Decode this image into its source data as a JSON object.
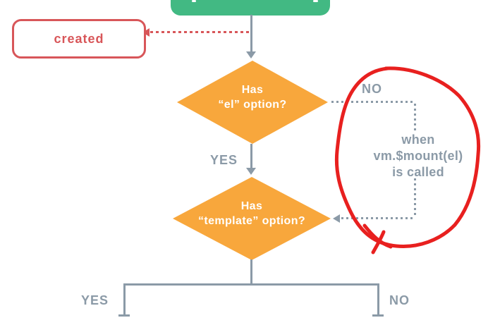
{
  "nodes": {
    "created_box": {
      "label": "created"
    },
    "el_diamond": {
      "line1": "Has",
      "line2": "“el” option?"
    },
    "template_diamond": {
      "line1": "Has",
      "line2": "“template” option?"
    }
  },
  "annotation": {
    "line1": "when",
    "line2": "vm.$mount(el)",
    "line3": "is called"
  },
  "labels": {
    "no_top": "NO",
    "yes_mid": "YES",
    "yes_bottom": "YES",
    "no_bottom": "NO"
  },
  "colors": {
    "green": "#42b983",
    "orange": "#f8a73c",
    "gray": "#8b9aa7",
    "node_red": "#d85659",
    "pen_red": "#e8201f"
  }
}
